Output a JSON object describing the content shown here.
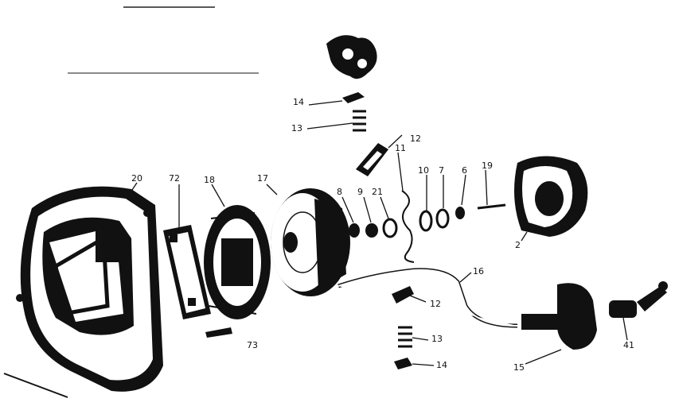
{
  "part_labels": {
    "p20": "20",
    "p72": "72",
    "p18": "18",
    "p17": "17",
    "p8a": "8",
    "p9": "9",
    "p21": "21",
    "p11": "11",
    "p12a": "12",
    "p10": "10",
    "p7": "7",
    "p6": "6",
    "p19": "19",
    "p14a": "14",
    "p13a": "13",
    "p2": "2",
    "p16": "16",
    "p12b": "12",
    "p13b": "13",
    "p14b": "14",
    "p15": "15",
    "p41": "41",
    "p73": "73"
  },
  "colors": {
    "ink": "#111111",
    "paper": "#ffffff"
  }
}
